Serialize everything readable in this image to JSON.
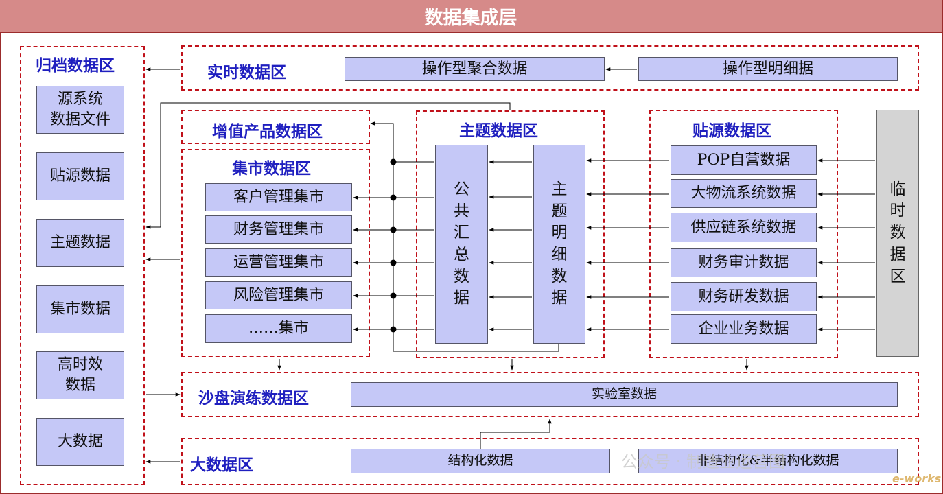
{
  "title": "数据集成层",
  "colors": {
    "title_bg": "#d68a89",
    "zone_border": "#c0111a",
    "zone_title": "#1f1fbf",
    "box_fill": "#c5c8f7",
    "temp_box_fill": "#d4d4d4"
  },
  "archive_zone": {
    "title": "归档数据区",
    "items": [
      "源系统\n数据文件",
      "贴源数据",
      "主题数据",
      "集市数据",
      "高时效\n数据",
      "大数据"
    ]
  },
  "realtime_zone": {
    "title": "实时数据区",
    "aggregate": "操作型聚合数据",
    "detail": "操作型明细据"
  },
  "value_zone": {
    "title": "增值产品数据区"
  },
  "mart_zone": {
    "title": "集市数据区",
    "items": [
      "客户管理集市",
      "财务管理集市",
      "运营管理集市",
      "风险管理集市",
      "……集市"
    ]
  },
  "subject_zone": {
    "title": "主题数据区",
    "common": "公\n共\n汇\n总\n数\n据",
    "detail": "主\n题\n明\n细\n数\n据"
  },
  "source_zone": {
    "title": "贴源数据区",
    "items": [
      "POP自营数据",
      "大物流系统数据",
      "供应链系统数据",
      "财务审计数据",
      "财务研发数据",
      "企业业务数据"
    ]
  },
  "temp_zone": {
    "label": "临\n时\n数\n据\n区"
  },
  "sandbox_zone": {
    "title": "沙盘演练数据区",
    "lab": "实验室数据"
  },
  "bigdata_zone": {
    "title": "大数据区",
    "structured": "结构化数据",
    "unstructured": "非结构化&半结构化数据"
  },
  "watermark": {
    "text": "公众号 · 制造业运营图",
    "logo": "e-works"
  }
}
